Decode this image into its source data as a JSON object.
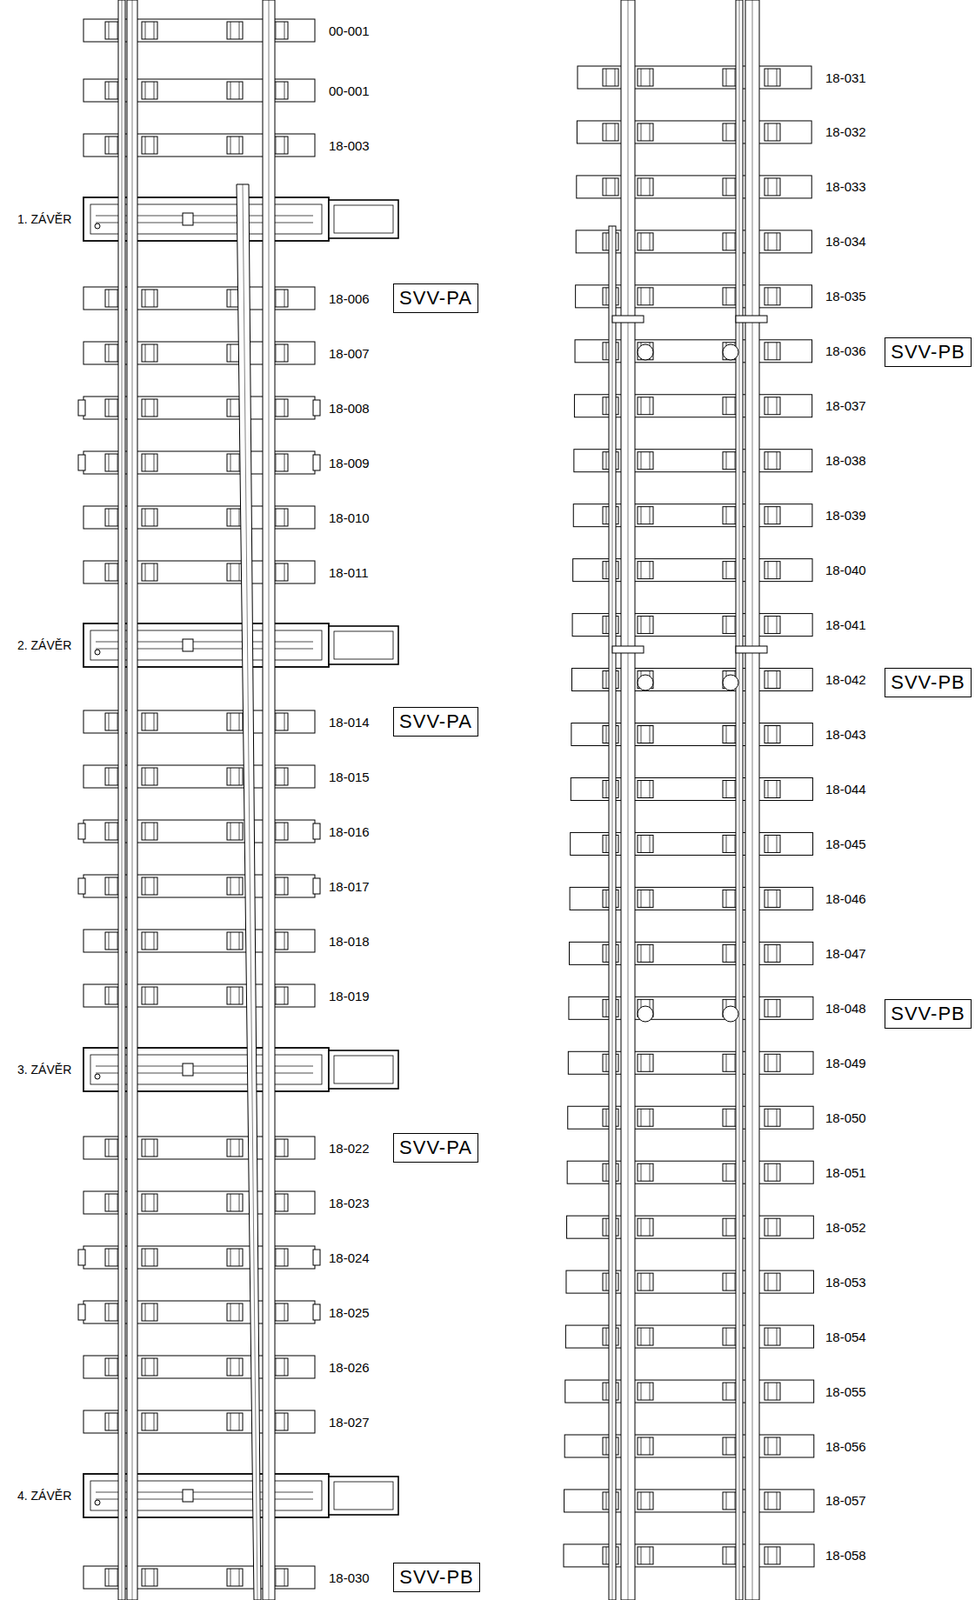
{
  "diagram": {
    "nodes": [
      {
        "text": [
          "SVV-PA"
        ]
      },
      {
        "text": [
          "SVV-PA"
        ]
      },
      {
        "text": [
          "SVV-PA"
        ]
      },
      {
        "text": [
          "SVV-PB"
        ]
      },
      {
        "text": [
          "SVV-PB"
        ]
      },
      {
        "text": [
          "SVV-PB"
        ]
      },
      {
        "text": [
          "SVV-PB"
        ]
      }
    ],
    "labels": [
      "00-001",
      "00-001",
      "18-003",
      "1. ZÁVĚR",
      "18-006",
      "18-007",
      "18-008",
      "18-009",
      "18-010",
      "18-011",
      "2. ZÁVĚR",
      "18-014",
      "18-015",
      "18-016",
      "18-017",
      "18-018",
      "18-019",
      "3. ZÁVĚR",
      "18-022",
      "18-023",
      "18-024",
      "18-025",
      "18-026",
      "18-027",
      "4. ZÁVĚR",
      "18-030",
      "18-031",
      "18-032",
      "18-033",
      "18-034",
      "18-035",
      "18-036",
      "18-037",
      "18-038",
      "18-039",
      "18-040",
      "18-041",
      "18-042",
      "18-043",
      "18-044",
      "18-045",
      "18-046",
      "18-047",
      "18-048",
      "18-049",
      "18-050",
      "18-051",
      "18-052",
      "18-053",
      "18-054",
      "18-055",
      "18-056",
      "18-057",
      "18-058"
    ]
  }
}
